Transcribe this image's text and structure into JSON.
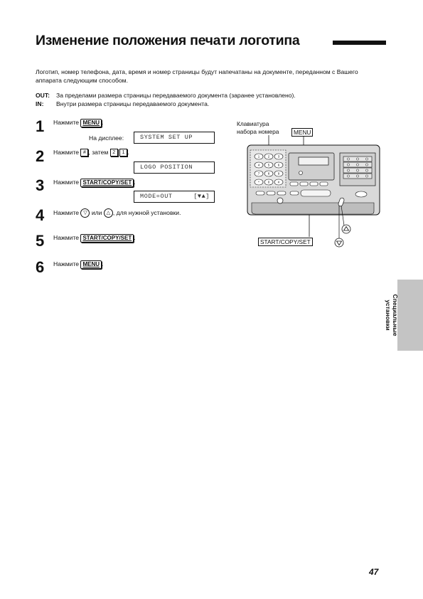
{
  "title": "Изменение положения печати логотипа",
  "intro": "Логотип, номер телефона, дата, время и номер страницы будут напечатаны на документе, переданном с Вашего аппарата следующим способом.",
  "modes": [
    {
      "code": "OUT:",
      "text": "За пределами размера страницы передаваемого документа (заранее установлено)."
    },
    {
      "code": "IN:",
      "text": "Внутри размера страницы передаваемого документа."
    }
  ],
  "steps": {
    "s1": {
      "num": "1",
      "pre": "Нажмите",
      "key": "MENU",
      "post": ".",
      "display_label": "На дисплее:",
      "display": "SYSTEM SET UP"
    },
    "s2": {
      "num": "2",
      "pre": "Нажмите",
      "k1": "#",
      "mid": ", затем",
      "k2": "2",
      "k3": "1",
      "post": ".",
      "display": "LOGO POSITION"
    },
    "s3": {
      "num": "3",
      "pre": "Нажмите",
      "key": "START/COPY/SET",
      "post": ".",
      "display_left": "MODE=OUT",
      "display_right": "[▼▲]"
    },
    "s4": {
      "num": "4",
      "pre": "Нажмите",
      "k1": "▽",
      "mid": "или",
      "k2": "△",
      "post": ", для нужной установки."
    },
    "s5": {
      "num": "5",
      "pre": "Нажмите",
      "key": "START/COPY/SET",
      "post": "."
    },
    "s6": {
      "num": "6",
      "pre": "Нажмите",
      "key": "MENU",
      "post": "."
    }
  },
  "figure": {
    "keypad_label_1": "Клавиатура",
    "keypad_label_2": "набора номера",
    "menu_label": "MENU",
    "start_label": "START/COPY/SET",
    "keypad_keys": [
      "1",
      "2",
      "3",
      "4",
      "5",
      "6",
      "7",
      "8",
      "9",
      "*",
      "0",
      "#"
    ]
  },
  "side_tab": {
    "line1": "Специальные",
    "line2": "установки"
  },
  "page_number": "47"
}
